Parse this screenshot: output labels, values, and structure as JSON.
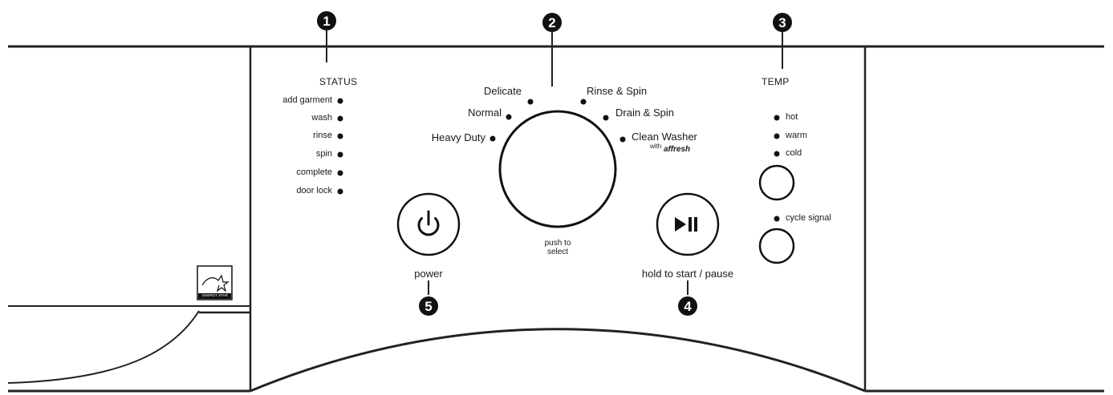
{
  "status": {
    "heading": "STATUS",
    "items": [
      "add garment",
      "wash",
      "rinse",
      "spin",
      "complete",
      "door lock"
    ]
  },
  "cycles": {
    "items": [
      "Heavy Duty",
      "Normal",
      "Delicate",
      "Rinse & Spin",
      "Drain & Spin",
      "Clean Washer"
    ],
    "clean_washer_with": "with",
    "clean_washer_brand": "affresh",
    "dial_label_line1": "push to",
    "dial_label_line2": "select"
  },
  "temp": {
    "heading": "TEMP",
    "items": [
      "hot",
      "warm",
      "cold"
    ],
    "cycle_signal": "cycle signal"
  },
  "power": {
    "label": "power"
  },
  "start": {
    "label": "hold to start / pause"
  },
  "callouts": [
    "1",
    "2",
    "3",
    "4",
    "5"
  ],
  "logo": {
    "text": "ENERGY STAR"
  }
}
